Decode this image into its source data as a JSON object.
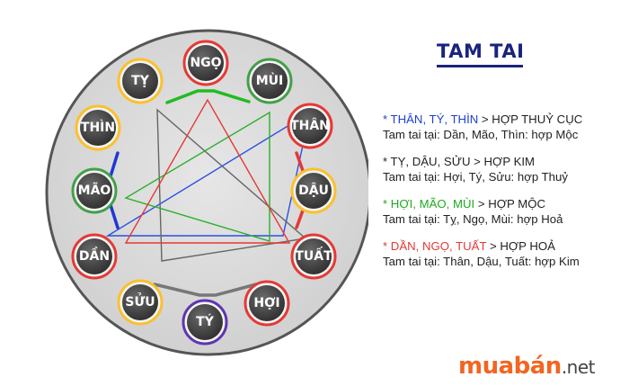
{
  "title": "TAM TAI",
  "zodiac": [
    {
      "label": "NGỌ",
      "ring": "#e53935"
    },
    {
      "label": "MÙI",
      "ring": "#43a047"
    },
    {
      "label": "THÂN",
      "ring": "#e53935"
    },
    {
      "label": "DẬU",
      "ring": "#fbc02d"
    },
    {
      "label": "TUẤT",
      "ring": "#e53935"
    },
    {
      "label": "HỢI",
      "ring": "#e53935"
    },
    {
      "label": "TÝ",
      "ring": "#5e35b1"
    },
    {
      "label": "SỬU",
      "ring": "#fbc02d"
    },
    {
      "label": "DẦN",
      "ring": "#e53935"
    },
    {
      "label": "MÃO",
      "ring": "#43a047"
    },
    {
      "label": "THÌN",
      "ring": "#fbc02d"
    },
    {
      "label": "TỴ",
      "ring": "#fbc02d"
    }
  ],
  "groups": [
    {
      "head": "* THÂN, TÝ, THÌN",
      "result": " > HỢP THUỶ CỤC",
      "detail": "Tam tai tại: Dần, Mão, Thìn: hợp Mộc",
      "color": "#1e3fd6"
    },
    {
      "head": "* TỴ, DẬU, SỬU",
      "result": " > HỢP KIM",
      "detail": "Tam tai tại: Hợi, Tý, Sửu: hợp Thuỷ",
      "color": "#222222"
    },
    {
      "head": "* HỢI, MÃO, MÙI",
      "result": " > HỢP MỘC",
      "detail": "Tam tai tại: Tỵ, Ngọ, Mùi: hợp Hoả",
      "color": "#1faa1f"
    },
    {
      "head": "* DẦN, NGỌ, TUẤT",
      "result": " > HỢP HOẢ",
      "detail": "Tam tai tại: Thân, Dậu, Tuất: hợp Kim",
      "color": "#e53935"
    }
  ],
  "colors": {
    "triangle_thuy": "#2b50e0",
    "triangle_kim": "#666666",
    "triangle_moc": "#2bb02b",
    "triangle_hoa": "#e53935",
    "bar_top": "#22bb22",
    "bar_right": "#e53935",
    "bar_bottom": "#777777",
    "bar_left": "#2036d6"
  },
  "brand": {
    "name": "muabán",
    "tld": ".net"
  }
}
